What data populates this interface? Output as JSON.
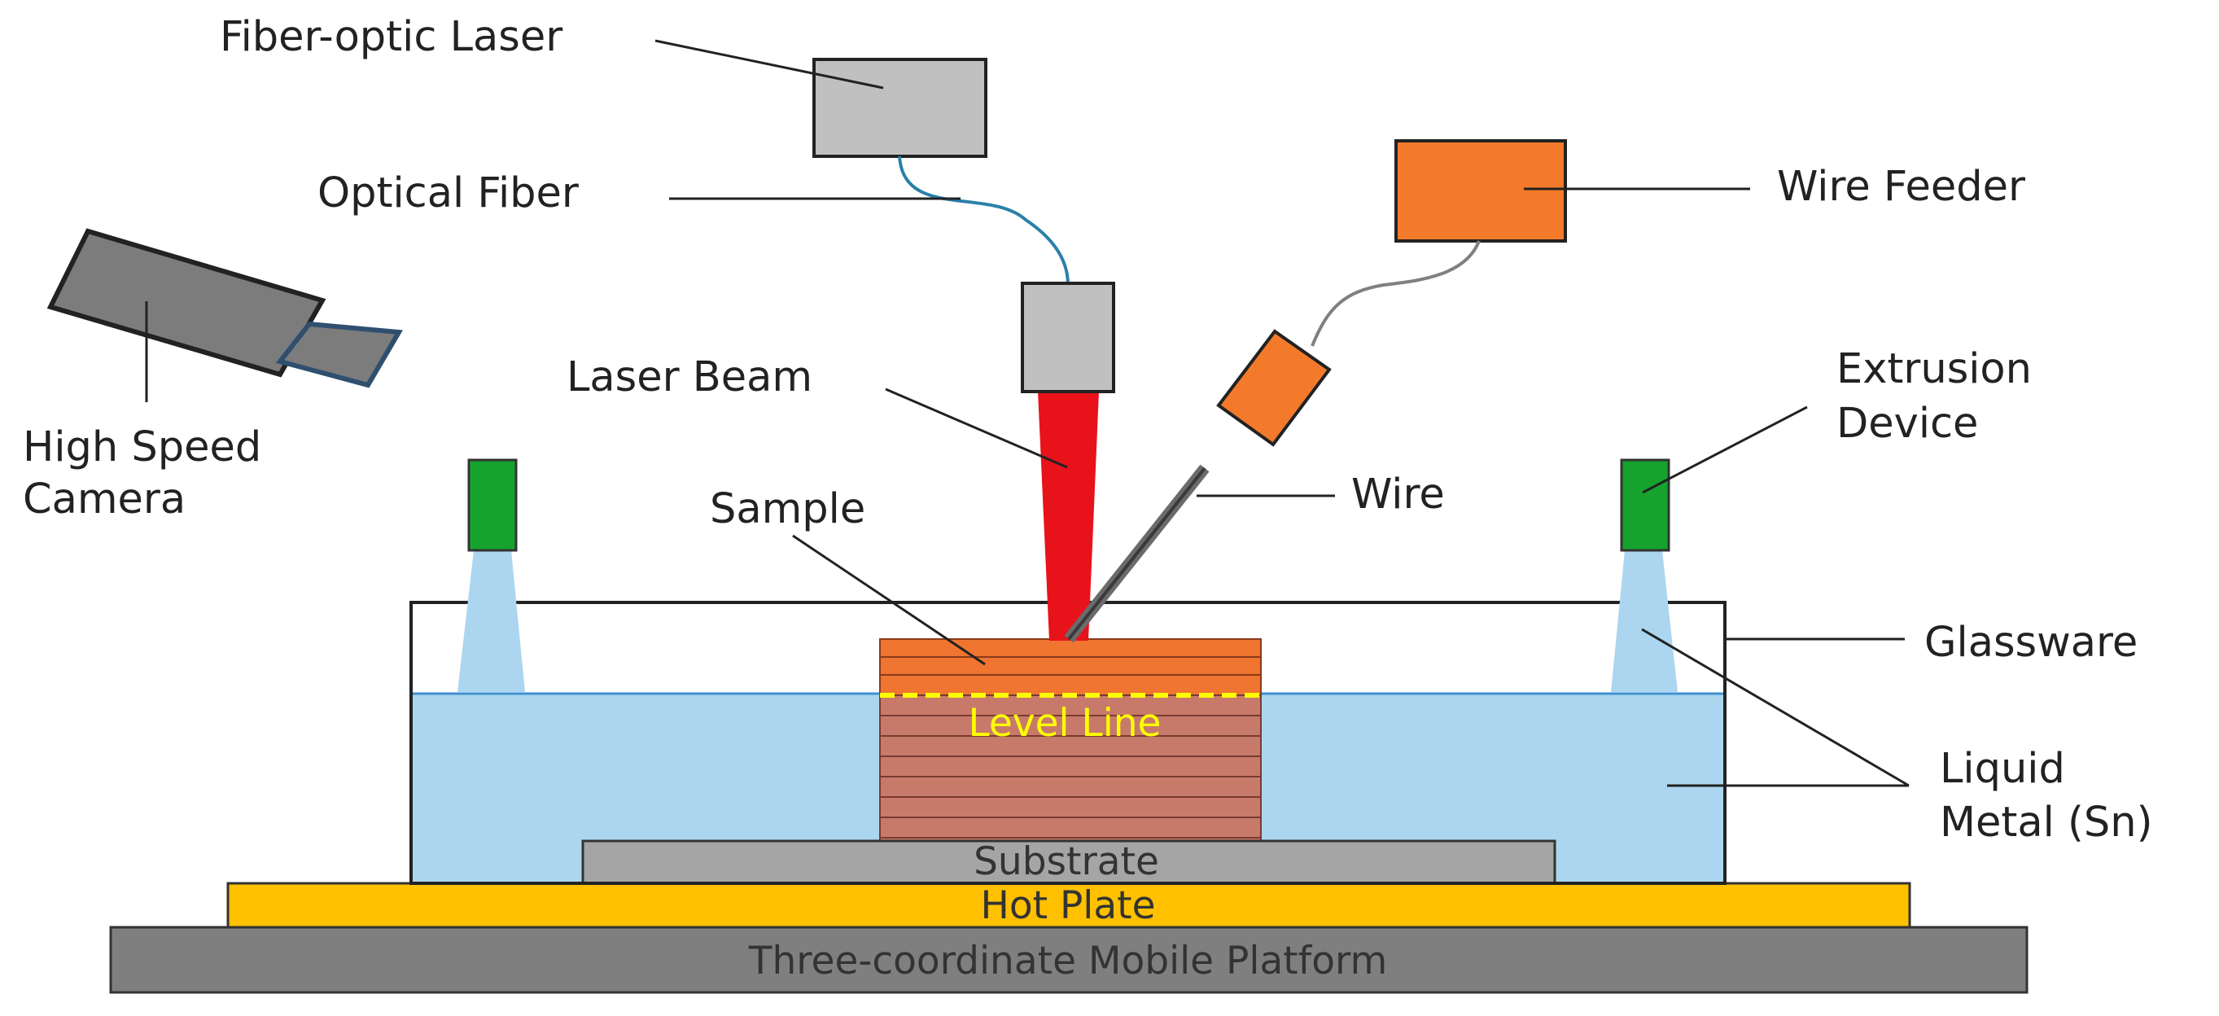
{
  "labels": {
    "fiber_optic_laser": "Fiber-optic Laser",
    "optical_fiber": "Optical Fiber",
    "wire_feeder": "Wire Feeder",
    "high_speed_camera_line1": "High Speed",
    "high_speed_camera_line2": "Camera",
    "laser_beam": "Laser Beam",
    "extrusion_device_line1": "Extrusion",
    "extrusion_device_line2": "Device",
    "sample": "Sample",
    "wire": "Wire",
    "glassware": "Glassware",
    "level_line": "Level Line",
    "liquid_metal_line1": "Liquid",
    "liquid_metal_line2": "Metal (Sn)",
    "substrate": "Substrate",
    "hot_plate": "Hot Plate",
    "platform": "Three-coordinate Mobile Platform"
  },
  "colors": {
    "laser_box": "#c0c0c0",
    "wire_feeder": "#f47a2b",
    "laser_beam": "#e8121b",
    "extrusion_device": "#15a32e",
    "liquid_metal": "#acd6ef",
    "sample_top_layers": "#ef7530",
    "sample_lower_layers": "#c87a6a",
    "level_line": "#ffff00",
    "substrate": "#a5a5a5",
    "hot_plate": "#ffc000",
    "platform": "#7f7f7f",
    "camera": "#7c7c7c",
    "optical_fiber": "#2a80a8"
  }
}
